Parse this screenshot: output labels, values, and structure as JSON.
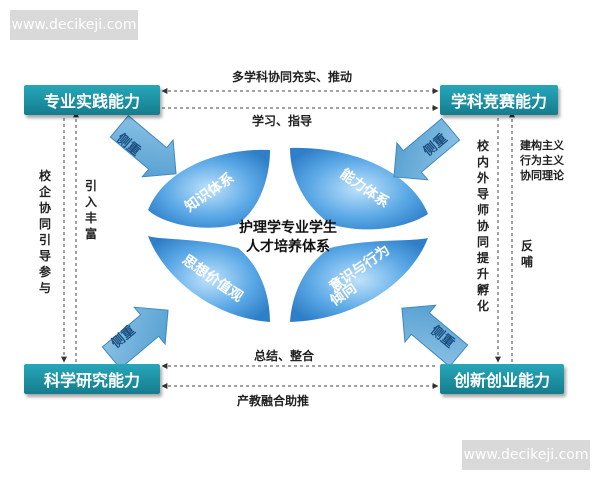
{
  "watermark": {
    "text": "www.decikeji.com"
  },
  "center": {
    "line1": "护理学专业学生",
    "line2": "人才培养体系"
  },
  "quadrants": {
    "top_left": "知识体系",
    "top_right": "能力体系",
    "bottom_left": "思想价值观",
    "bottom_right_line1": "意识与行为",
    "bottom_right_line2": "倾向"
  },
  "emphasis_label": "侧重",
  "corner_boxes": {
    "top_left": "专业实践能力",
    "top_right": "学科竞赛能力",
    "bottom_left": "科学研究能力",
    "bottom_right": "创新创业能力"
  },
  "links": {
    "top_upper": "多学科协同充实、推动",
    "top_lower": "学习、指导",
    "bottom_upper": "总结、整合",
    "bottom_lower": "产教融合助推",
    "left_outer": "校企协同引导参与",
    "left_inner": "引入丰富",
    "right_inner": "校内外导师协同提升孵化",
    "right_outer_line1": "建构主义",
    "right_outer_line2": "行为主义",
    "right_outer_line3": "协同理论",
    "right_feedback": "反哺"
  },
  "colors": {
    "box_teal": "#1b8fa1",
    "ellipse_blue": "#3a8fd3",
    "emphasis_arrow": "#6aaed6"
  }
}
